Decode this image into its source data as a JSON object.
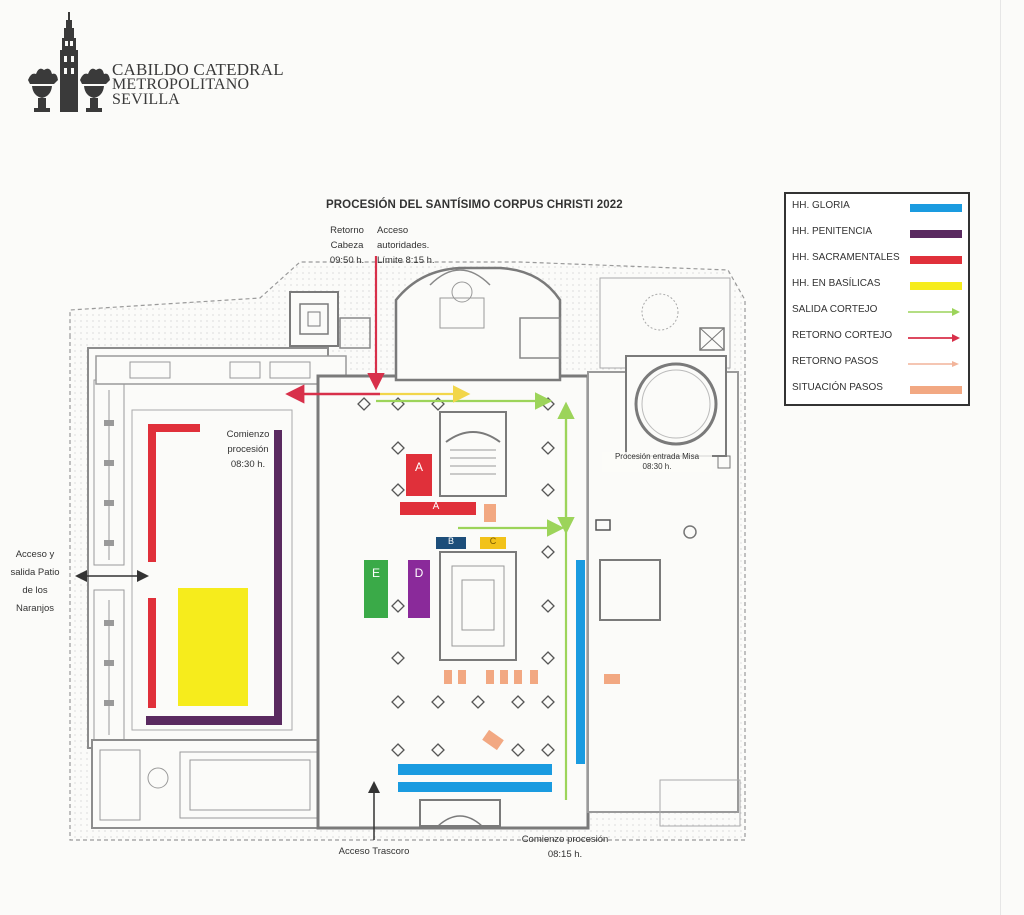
{
  "logo": {
    "line1": "CABILDO CATEDRAL",
    "line2": "METROPOLITANO",
    "line3": "SEVILLA"
  },
  "map": {
    "title": "PROCESIÓN DEL SANTÍSIMO CORPUS CHRISTI 2022",
    "labels": {
      "retorno_cabeza_l1": "Retorno",
      "retorno_cabeza_l2": "Cabeza",
      "retorno_cabeza_time": "09:50 h.",
      "acceso_aut_l1": "Acceso",
      "acceso_aut_l2": "autoridades.",
      "acceso_aut_l3": "Límite 8:15 h.",
      "comienzo_a_l1": "Comienzo",
      "comienzo_a_l2": "procesión",
      "comienzo_a_time": "08:30 h.",
      "acceso_patio_l1": "Acceso y",
      "acceso_patio_l2": "salida Patio",
      "acceso_patio_l3": "de los",
      "acceso_patio_l4": "Naranjos",
      "procesion_misa_l1": "Procesión entrada Misa",
      "procesion_misa_time": "08:30 h.",
      "acceso_trascoro": "Acceso Trascoro",
      "comienzo_b_l1": "Comienzo procesión",
      "comienzo_b_time": "08:15 h."
    },
    "zones": {
      "a1": "A",
      "a2": "A",
      "b": "B",
      "c": "C",
      "d": "D",
      "e": "E"
    }
  },
  "legend": {
    "items": [
      {
        "label": "HH. GLORIA",
        "color": "#1a9be0",
        "kind": "bar"
      },
      {
        "label": "HH. PENITENCIA",
        "color": "#5a2a60",
        "kind": "bar"
      },
      {
        "label": "HH. SACRAMENTALES",
        "color": "#e0303a",
        "kind": "bar"
      },
      {
        "label": "HH. EN BASÍLICAS",
        "color": "#f6ec1c",
        "kind": "bar"
      },
      {
        "label": "SALIDA CORTEJO",
        "color": "#9cd45a",
        "kind": "arrow"
      },
      {
        "label": "RETORNO CORTEJO",
        "color": "#d8304a",
        "kind": "arrow"
      },
      {
        "label": "RETORNO PASOS",
        "color": "#f2b49a",
        "kind": "arrow"
      },
      {
        "label": "SITUACIÓN PASOS",
        "color": "#f2a882",
        "kind": "bar"
      }
    ]
  },
  "colors": {
    "gloria": "#1a9be0",
    "penitencia": "#5a2a60",
    "sacramentales": "#e0303a",
    "basilicas": "#f6ec1c",
    "salida": "#9cd45a",
    "retorno": "#d8304a",
    "pasos": "#f2a882",
    "green_zone": "#3aaa48",
    "purple_zone": "#8a2a9a",
    "dark_blue_zone": "#1d4e7a",
    "yellow_zone": "#f2c21a",
    "walls": "#8d8d8d"
  }
}
